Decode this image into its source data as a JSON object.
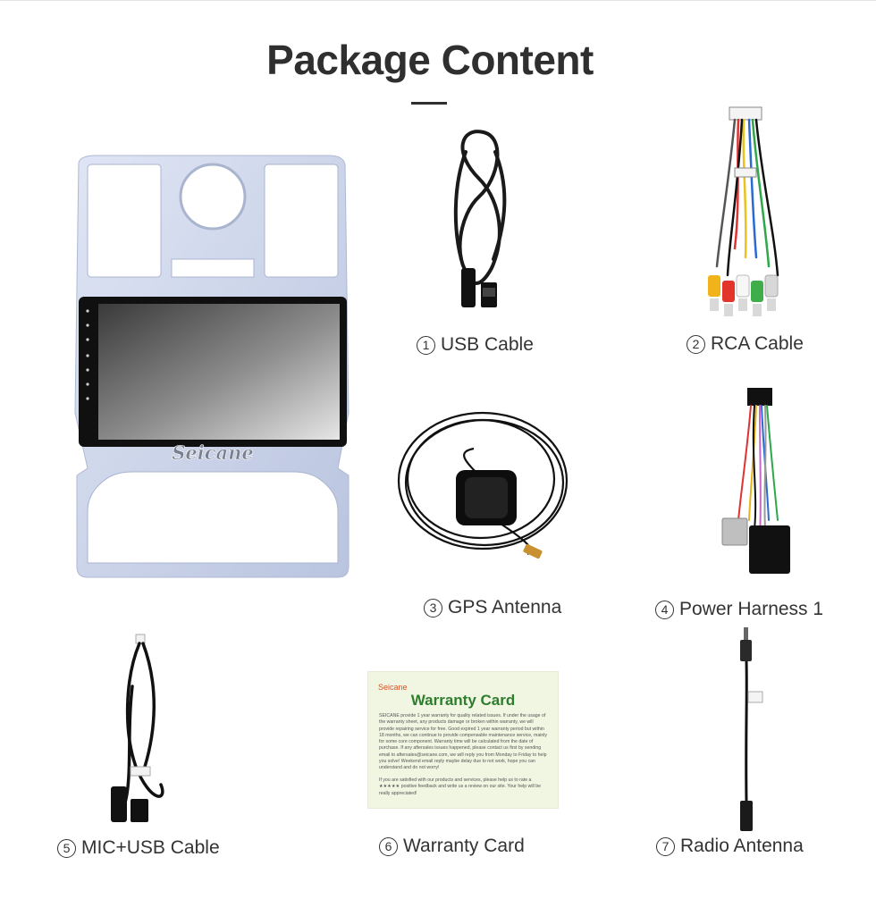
{
  "page": {
    "title": "Package Content"
  },
  "product": {
    "brand_watermark": "Seicane"
  },
  "items": [
    {
      "number": "1",
      "label": "USB Cable"
    },
    {
      "number": "2",
      "label": "RCA Cable"
    },
    {
      "number": "3",
      "label": "GPS Antenna"
    },
    {
      "number": "4",
      "label": "Power Harness 1"
    },
    {
      "number": "5",
      "label": "MIC+USB Cable"
    },
    {
      "number": "6",
      "label": "Warranty Card"
    },
    {
      "number": "7",
      "label": "Radio Antenna"
    }
  ],
  "warranty_card": {
    "brand": "Seicane",
    "heading": "Warranty Card",
    "body": "SEICANE provide 1 year warranty for quality related issues. If under the usage of the warranty sheet, any products damage or broken within warranty, we will provide repairing service for free. Good expired 1 year warranty period but within 18 months, we can continue to provide compensable maintenance service, mainly for some core component. Warranty time will be calculated from the date of purchase. If any aftersales issues happened, please contact us first by sending email to aftersales@seicane.com, we will reply you from Monday to Friday to help you solve! Weekend email reply maybe delay due to not work, hope you can understand and do not worry!",
    "footer": "If you are satisfied with our products and services, please help us to rate a ★★★★★ positive feedback and write us a review on our site. Your help will be really appreciated!"
  },
  "colors": {
    "title": "#2f2f2f",
    "frame_silver": "#c9d3ea",
    "warranty_green": "#2e7d2e",
    "warranty_bg": "#f0f6e2",
    "cable_black": "#1a1a1a"
  }
}
